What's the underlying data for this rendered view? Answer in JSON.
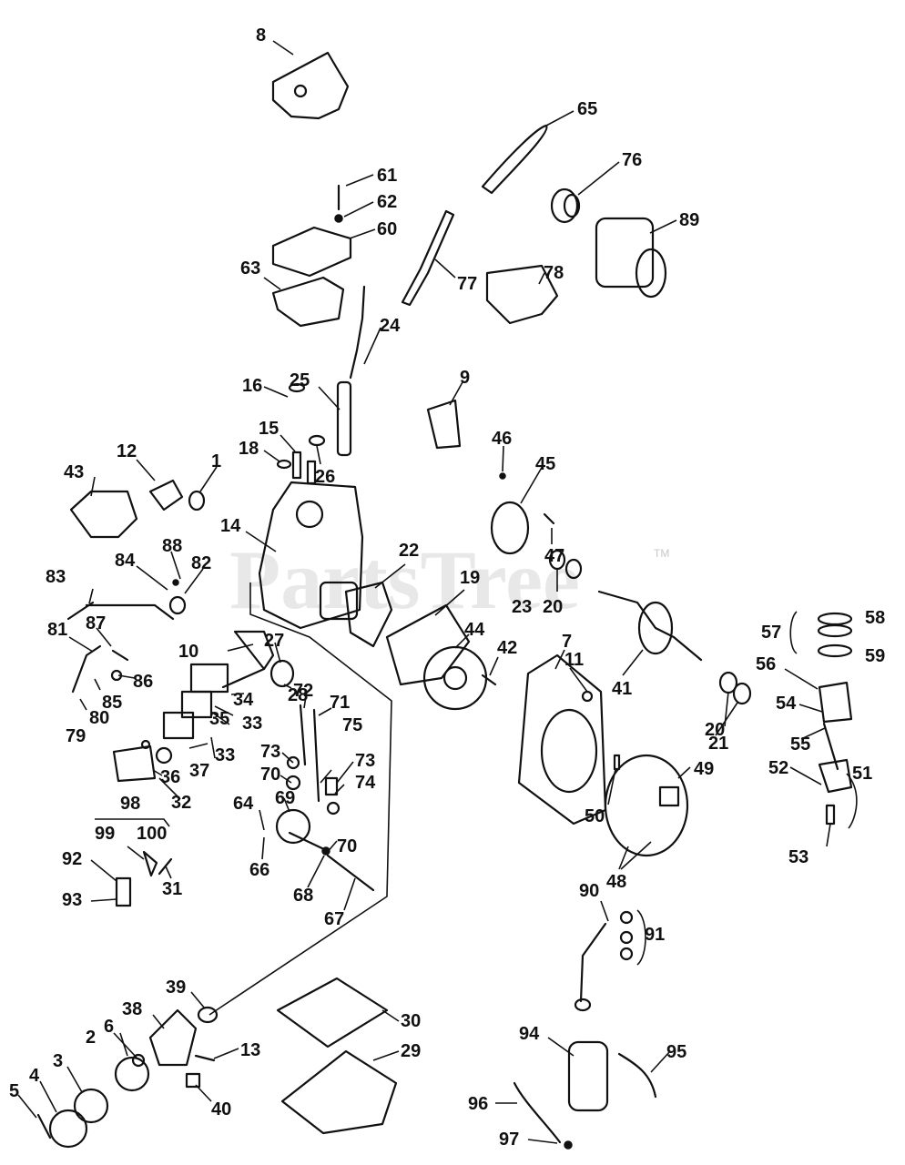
{
  "watermark": {
    "text": "PartsTree",
    "trademark": "TM"
  },
  "callouts": [
    {
      "id": "c8",
      "text": "8"
    },
    {
      "id": "c65",
      "text": "65"
    },
    {
      "id": "c61",
      "text": "61"
    },
    {
      "id": "c62",
      "text": "62"
    },
    {
      "id": "c60",
      "text": "60"
    },
    {
      "id": "c76",
      "text": "76"
    },
    {
      "id": "c89",
      "text": "89"
    },
    {
      "id": "c63",
      "text": "63"
    },
    {
      "id": "c77",
      "text": "77"
    },
    {
      "id": "c78",
      "text": "78"
    },
    {
      "id": "c24",
      "text": "24"
    },
    {
      "id": "c25",
      "text": "25"
    },
    {
      "id": "c16",
      "text": "16"
    },
    {
      "id": "c9",
      "text": "9"
    },
    {
      "id": "c15",
      "text": "15"
    },
    {
      "id": "c18",
      "text": "18"
    },
    {
      "id": "c26",
      "text": "26"
    },
    {
      "id": "c12",
      "text": "12"
    },
    {
      "id": "c1",
      "text": "1"
    },
    {
      "id": "c43",
      "text": "43"
    },
    {
      "id": "c46",
      "text": "46"
    },
    {
      "id": "c45",
      "text": "45"
    },
    {
      "id": "c14",
      "text": "14"
    },
    {
      "id": "c47",
      "text": "47"
    },
    {
      "id": "c88",
      "text": "88"
    },
    {
      "id": "c84",
      "text": "84"
    },
    {
      "id": "c82",
      "text": "82"
    },
    {
      "id": "c22",
      "text": "22"
    },
    {
      "id": "c83",
      "text": "83"
    },
    {
      "id": "c19",
      "text": "19"
    },
    {
      "id": "c23",
      "text": "23"
    },
    {
      "id": "c20a",
      "text": "20"
    },
    {
      "id": "c81",
      "text": "81"
    },
    {
      "id": "c87",
      "text": "87"
    },
    {
      "id": "c57",
      "text": "57"
    },
    {
      "id": "c58",
      "text": "58"
    },
    {
      "id": "c59",
      "text": "59"
    },
    {
      "id": "c27",
      "text": "27"
    },
    {
      "id": "c44",
      "text": "44"
    },
    {
      "id": "c7",
      "text": "7"
    },
    {
      "id": "c10",
      "text": "10"
    },
    {
      "id": "c42",
      "text": "42"
    },
    {
      "id": "c11",
      "text": "11"
    },
    {
      "id": "c56",
      "text": "56"
    },
    {
      "id": "c86",
      "text": "86"
    },
    {
      "id": "c85",
      "text": "85"
    },
    {
      "id": "c34",
      "text": "34"
    },
    {
      "id": "c28",
      "text": "28"
    },
    {
      "id": "c72",
      "text": "72"
    },
    {
      "id": "c71",
      "text": "71"
    },
    {
      "id": "c41",
      "text": "41"
    },
    {
      "id": "c54",
      "text": "54"
    },
    {
      "id": "c80",
      "text": "80"
    },
    {
      "id": "c79",
      "text": "79"
    },
    {
      "id": "c35",
      "text": "35"
    },
    {
      "id": "c33a",
      "text": "33"
    },
    {
      "id": "c20b",
      "text": "20"
    },
    {
      "id": "c21",
      "text": "21"
    },
    {
      "id": "c55",
      "text": "55"
    },
    {
      "id": "c75",
      "text": "75"
    },
    {
      "id": "c73a",
      "text": "73"
    },
    {
      "id": "c73b",
      "text": "73"
    },
    {
      "id": "c33b",
      "text": "33"
    },
    {
      "id": "c37",
      "text": "37"
    },
    {
      "id": "c36",
      "text": "36"
    },
    {
      "id": "c74",
      "text": "74"
    },
    {
      "id": "c70a",
      "text": "70"
    },
    {
      "id": "c49",
      "text": "49"
    },
    {
      "id": "c52",
      "text": "52"
    },
    {
      "id": "c51",
      "text": "51"
    },
    {
      "id": "c32",
      "text": "32"
    },
    {
      "id": "c69",
      "text": "69"
    },
    {
      "id": "c64",
      "text": "64"
    },
    {
      "id": "c50",
      "text": "50"
    },
    {
      "id": "c98",
      "text": "98"
    },
    {
      "id": "c99",
      "text": "99"
    },
    {
      "id": "c100",
      "text": "100"
    },
    {
      "id": "c70b",
      "text": "70"
    },
    {
      "id": "c53",
      "text": "53"
    },
    {
      "id": "c92",
      "text": "92"
    },
    {
      "id": "c66",
      "text": "66"
    },
    {
      "id": "c48",
      "text": "48"
    },
    {
      "id": "c31",
      "text": "31"
    },
    {
      "id": "c93",
      "text": "93"
    },
    {
      "id": "c68",
      "text": "68"
    },
    {
      "id": "c90",
      "text": "90"
    },
    {
      "id": "c91",
      "text": "91"
    },
    {
      "id": "c67",
      "text": "67"
    },
    {
      "id": "c39",
      "text": "39"
    },
    {
      "id": "c38",
      "text": "38"
    },
    {
      "id": "c30",
      "text": "30"
    },
    {
      "id": "c94",
      "text": "94"
    },
    {
      "id": "c6",
      "text": "6"
    },
    {
      "id": "c2",
      "text": "2"
    },
    {
      "id": "c13",
      "text": "13"
    },
    {
      "id": "c95",
      "text": "95"
    },
    {
      "id": "c29",
      "text": "29"
    },
    {
      "id": "c3",
      "text": "3"
    },
    {
      "id": "c4",
      "text": "4"
    },
    {
      "id": "c5",
      "text": "5"
    },
    {
      "id": "c40",
      "text": "40"
    },
    {
      "id": "c96",
      "text": "96"
    },
    {
      "id": "c97",
      "text": "97"
    }
  ]
}
